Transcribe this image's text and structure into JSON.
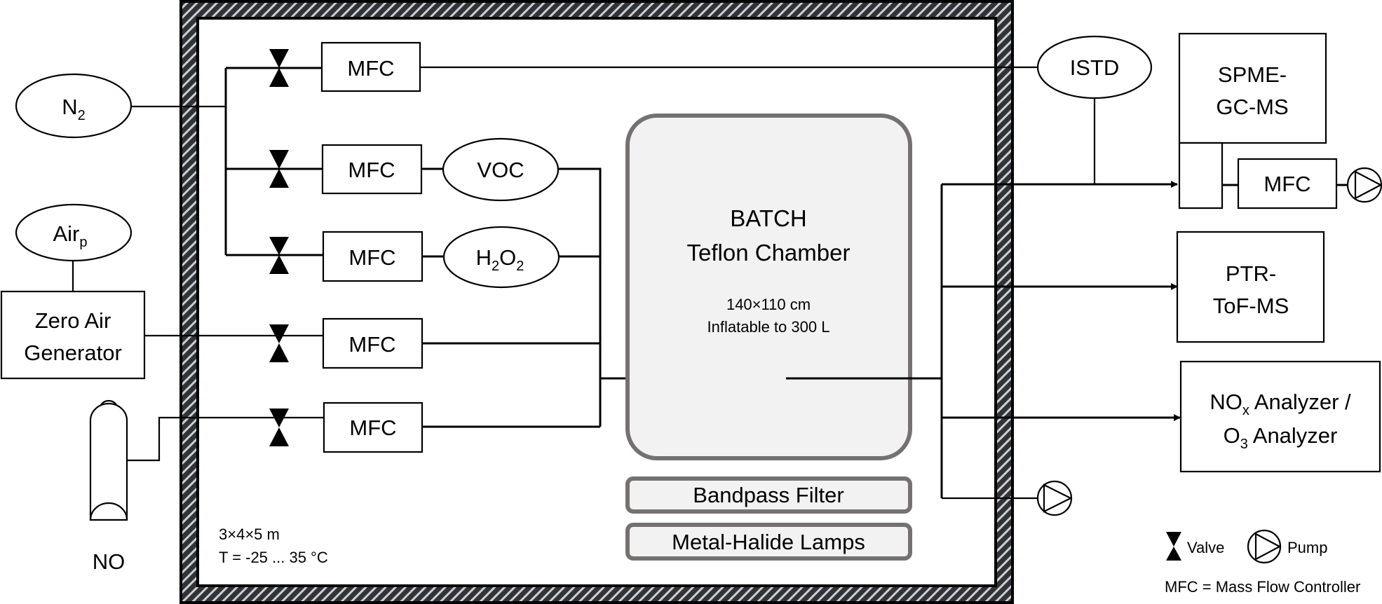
{
  "sources": {
    "n2": {
      "label": "N",
      "sub": "2"
    },
    "airp": {
      "label": "Air",
      "sub": "p"
    },
    "zero_air": {
      "line1": "Zero Air",
      "line2": "Generator"
    },
    "no": {
      "label": "NO"
    }
  },
  "mfc_label": "MFC",
  "reagents": {
    "voc": {
      "label": "VOC"
    },
    "h2o2": {
      "label_h": "H",
      "sub1": "2",
      "label_o": "O",
      "sub2": "2"
    }
  },
  "chamber": {
    "title1": "BATCH",
    "title2": "Teflon Chamber",
    "dims": "140×110 cm",
    "volume": "Inflatable to 300 L"
  },
  "bandpass": "Bandpass Filter",
  "lamps": "Metal-Halide Lamps",
  "room": {
    "size": "3×4×5 m",
    "temp": "T = -25 ... 35 °C"
  },
  "istd": {
    "label": "ISTD"
  },
  "instruments": {
    "spme_line1": "SPME-",
    "spme_line2": "GC-MS",
    "ptr_line1": "PTR-",
    "ptr_line2": "ToF-MS",
    "nox_prefix": "NO",
    "nox_sub": "x",
    "nox_suffix": " Analyzer /",
    "o3_prefix": "O",
    "o3_sub": "3",
    "o3_suffix": " Analyzer"
  },
  "legend": {
    "valve": "Valve",
    "pump": "Pump",
    "mfc_def": "MFC = Mass Flow Controller"
  },
  "colors": {
    "wall_dark": "#333333",
    "wall_stripe": "#c8d0dc",
    "chamber_fill": "#f2f2f2",
    "chamber_border": "#757171"
  }
}
